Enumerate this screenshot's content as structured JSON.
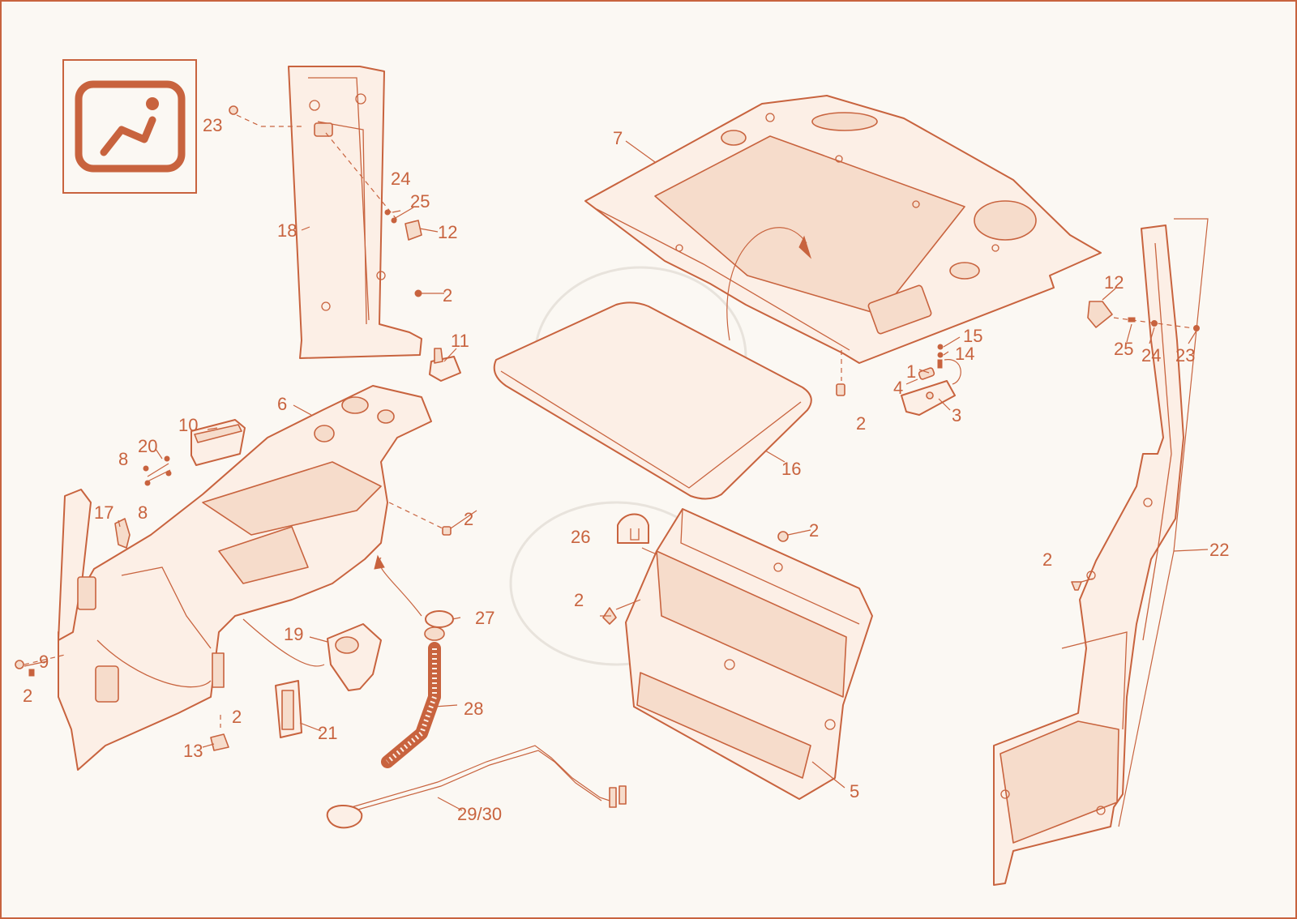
{
  "diagram": {
    "accent_color": "#c8633e",
    "background_color": "#fbf8f3",
    "icon": "seat-icon",
    "callouts": {
      "c23a": "23",
      "c24a": "24",
      "c25a": "25",
      "c12a": "12",
      "c18": "18",
      "c2a": "2",
      "c11": "11",
      "c7": "7",
      "c16": "16",
      "c15": "15",
      "c14": "14",
      "c1": "1",
      "c4": "4",
      "c3": "3",
      "c2b": "2",
      "c12b": "12",
      "c25b": "25",
      "c24b": "24",
      "c23b": "23",
      "c22": "22",
      "c2c": "2",
      "c6": "6",
      "c10": "10",
      "c8a": "8",
      "c20": "20",
      "c8b": "8",
      "c17": "17",
      "c2d": "2",
      "c9": "9",
      "c2e": "2",
      "c19": "19",
      "c21": "21",
      "c13": "13",
      "c2f": "2",
      "c26": "26",
      "c2g": "2",
      "c2h": "2",
      "c27": "27",
      "c28": "28",
      "c5": "5",
      "c2930": "29/30"
    }
  }
}
